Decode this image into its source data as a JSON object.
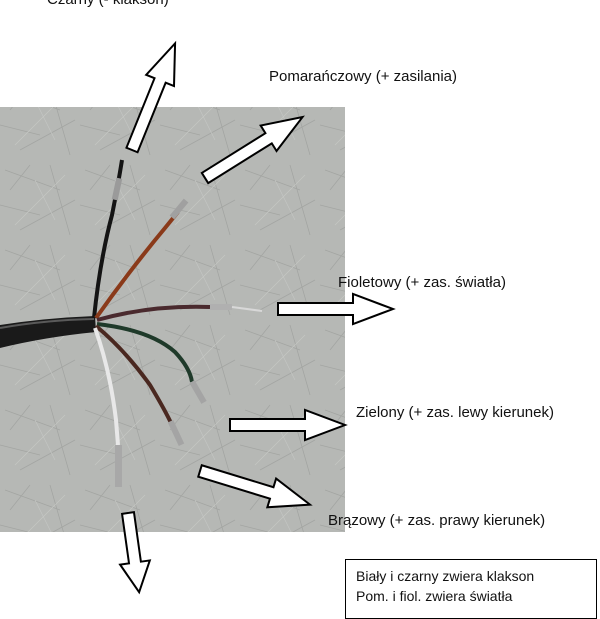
{
  "labels": {
    "black": "Czarny (- klakson)",
    "orange": "Pomarańczowy (+ zasilania)",
    "violet": "Fioletowy (+ zas. światła)",
    "green": "Zielony (+ zas. lewy kierunek)",
    "brown": "Brązowy (+ zas. prawy kierunek)"
  },
  "note": {
    "line1": "Biały i czarny zwiera klakson",
    "line2": "Pom. i fiol. zwiera światła"
  },
  "colors": {
    "background": "#ffffff",
    "concrete": "#b4b6b3",
    "wire_black": "#141414",
    "wire_orange": "#8a3a1a",
    "wire_violet": "#4a2a2e",
    "wire_green": "#1f3a2a",
    "wire_brown": "#4a2820",
    "wire_white": "#e8e8e8",
    "arrow_fill": "#ffffff",
    "arrow_stroke": "#000000"
  }
}
